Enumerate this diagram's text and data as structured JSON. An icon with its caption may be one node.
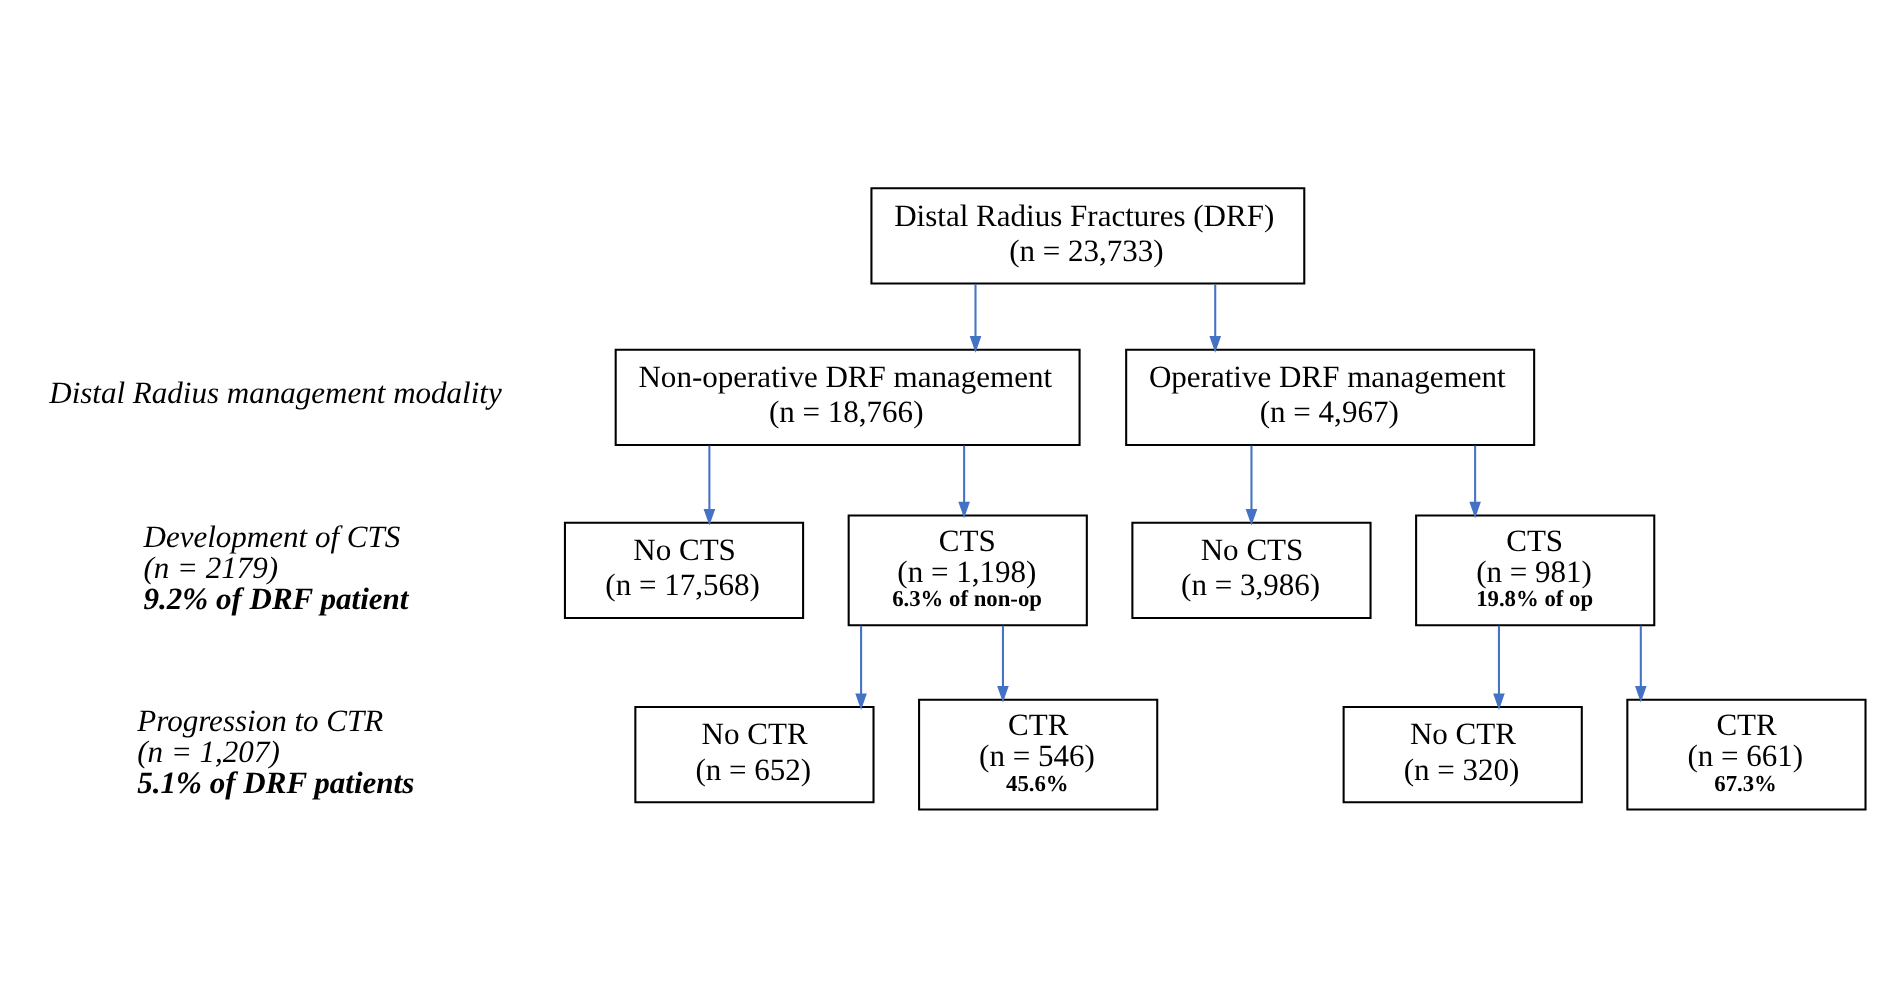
{
  "diagram": {
    "nodes": [
      {
        "text": [
          "Distal Radius Fractures (DRF)",
          "(n = 23,733)"
        ]
      },
      {
        "text": [
          "Non-operative DRF management",
          "(n = 18,766)"
        ]
      },
      {
        "text": [
          "Operative DRF management",
          "(n = 4,967)"
        ]
      },
      {
        "text": [
          "No CTS",
          "(n = 17,568)"
        ]
      },
      {
        "text": [
          "CTS",
          "(n = 1,198)",
          "6.3% of non-op"
        ]
      },
      {
        "text": [
          "No CTS",
          "(n = 3,986)"
        ]
      },
      {
        "text": [
          "CTS",
          "(n = 981)",
          "19.8% of op"
        ]
      },
      {
        "text": [
          "No CTR",
          "(n = 652)"
        ]
      },
      {
        "text": [
          "CTR",
          "(n = 546)",
          "45.6%"
        ]
      },
      {
        "text": [
          "No CTR",
          "(n = 320)"
        ]
      },
      {
        "text": [
          "CTR",
          "(n = 661)",
          "67.3%"
        ]
      }
    ],
    "edges": [
      {
        "from": 0,
        "to": 1,
        "arrow": "to"
      },
      {
        "from": 0,
        "to": 2,
        "arrow": "to"
      },
      {
        "from": 1,
        "to": 3,
        "arrow": "to"
      },
      {
        "from": 1,
        "to": 4,
        "arrow": "to"
      },
      {
        "from": 2,
        "to": 5,
        "arrow": "to"
      },
      {
        "from": 2,
        "to": 6,
        "arrow": "to"
      },
      {
        "from": 4,
        "to": 7,
        "arrow": "to"
      },
      {
        "from": 4,
        "to": 8,
        "arrow": "to"
      },
      {
        "from": 6,
        "to": 9,
        "arrow": "to"
      },
      {
        "from": 6,
        "to": 10,
        "arrow": "to"
      }
    ],
    "labels": [
      "Distal Radius management modality",
      "Development of CTS",
      "(n = 2179)",
      "9.2% of DRF patient",
      "Progression to CTR",
      "(n = 1,207)",
      "5.1% of DRF patients"
    ]
  }
}
